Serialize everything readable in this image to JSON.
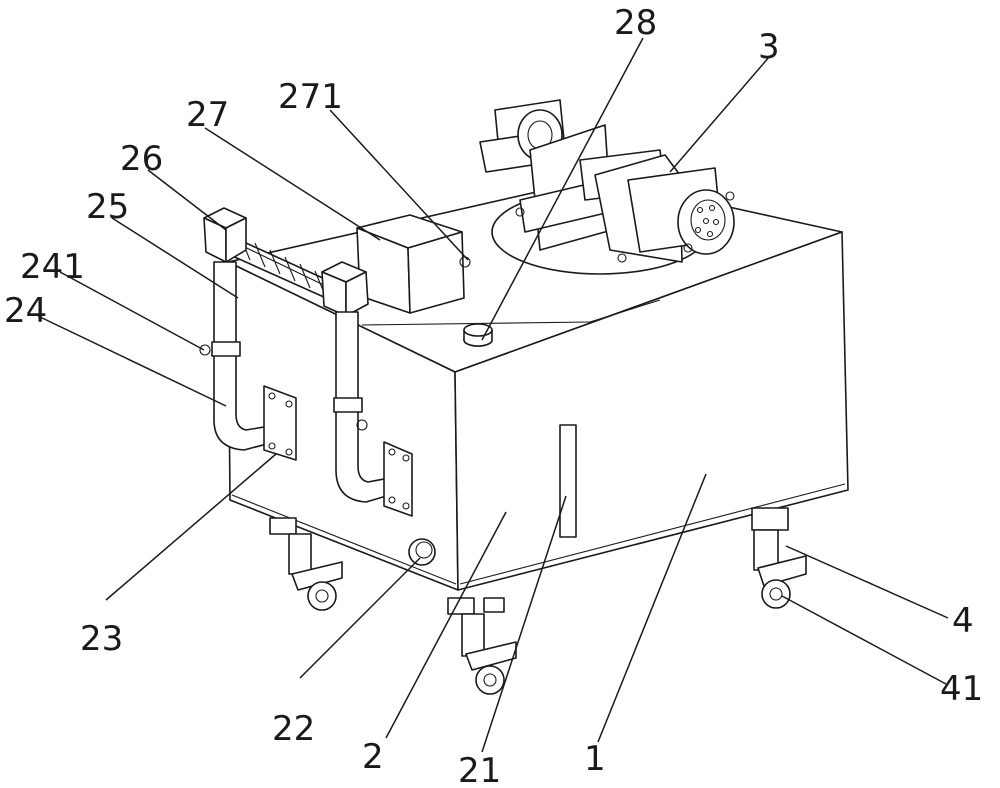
{
  "labels": {
    "l28": "28",
    "l3": "3",
    "l271": "271",
    "l27": "27",
    "l26": "26",
    "l25": "25",
    "l241": "241",
    "l24": "24",
    "l23": "23",
    "l22": "22",
    "l2": "2",
    "l21": "21",
    "l1": "1",
    "l4": "4",
    "l41": "41"
  }
}
